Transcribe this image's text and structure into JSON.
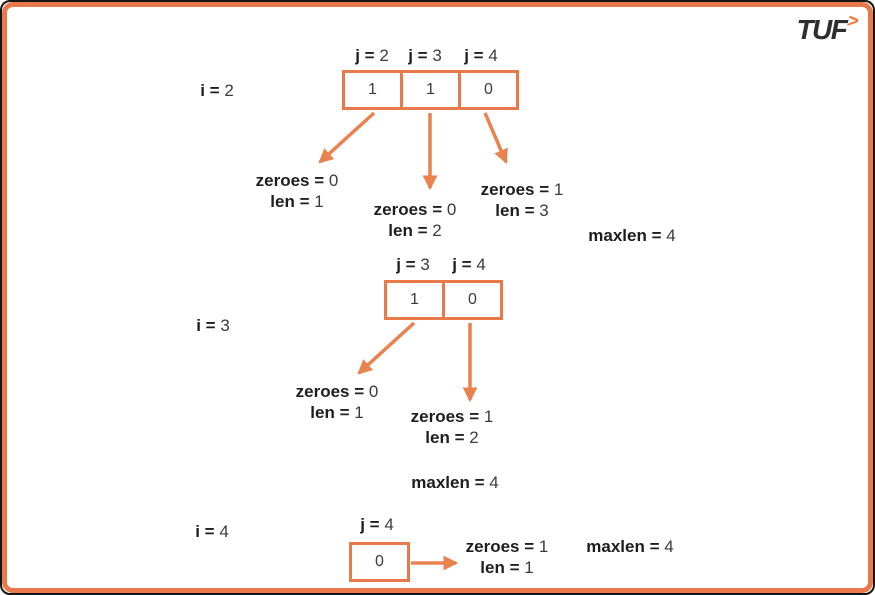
{
  "logo": {
    "text": "TUF",
    "chevron": ">"
  },
  "colors": {
    "accent_orange": "#E8794B",
    "arrow_orange": "#E8824E",
    "logo_chevron_orange": "#F0763B",
    "text_dark": "#1E1E1E"
  },
  "diagram_topic": "sliding window trace: zeroes / len per (i, j) with maxlen",
  "sections": [
    {
      "name": "i = 2",
      "i_label": "i =",
      "i_value": "2",
      "j_labels": [
        {
          "label": "j =",
          "value": "2"
        },
        {
          "label": "j =",
          "value": "3"
        },
        {
          "label": "j =",
          "value": "4"
        }
      ],
      "cells": [
        "1",
        "1",
        "0"
      ],
      "results": [
        {
          "zeroes_label": "zeroes =",
          "zeroes_value": "0",
          "len_label": "len =",
          "len_value": "1"
        },
        {
          "zeroes_label": "zeroes =",
          "zeroes_value": "0",
          "len_label": "len =",
          "len_value": "2"
        },
        {
          "zeroes_label": "zeroes =",
          "zeroes_value": "1",
          "len_label": "len =",
          "len_value": "3"
        }
      ],
      "maxlen_label": "maxlen =",
      "maxlen_value": "4"
    },
    {
      "name": "i = 3",
      "i_label": "i =",
      "i_value": "3",
      "j_labels": [
        {
          "label": "j =",
          "value": "3"
        },
        {
          "label": "j =",
          "value": "4"
        }
      ],
      "cells": [
        "1",
        "0"
      ],
      "results": [
        {
          "zeroes_label": "zeroes =",
          "zeroes_value": "0",
          "len_label": "len =",
          "len_value": "1"
        },
        {
          "zeroes_label": "zeroes =",
          "zeroes_value": "1",
          "len_label": "len =",
          "len_value": "2"
        }
      ],
      "maxlen_label": "maxlen =",
      "maxlen_value": "4"
    },
    {
      "name": "i = 4",
      "i_label": "i =",
      "i_value": "4",
      "j_labels": [
        {
          "label": "j =",
          "value": "4"
        }
      ],
      "cells": [
        "0"
      ],
      "results": [
        {
          "zeroes_label": "zeroes =",
          "zeroes_value": "1",
          "len_label": "len =",
          "len_value": "1"
        }
      ],
      "maxlen_label": "maxlen =",
      "maxlen_value": "4"
    }
  ]
}
